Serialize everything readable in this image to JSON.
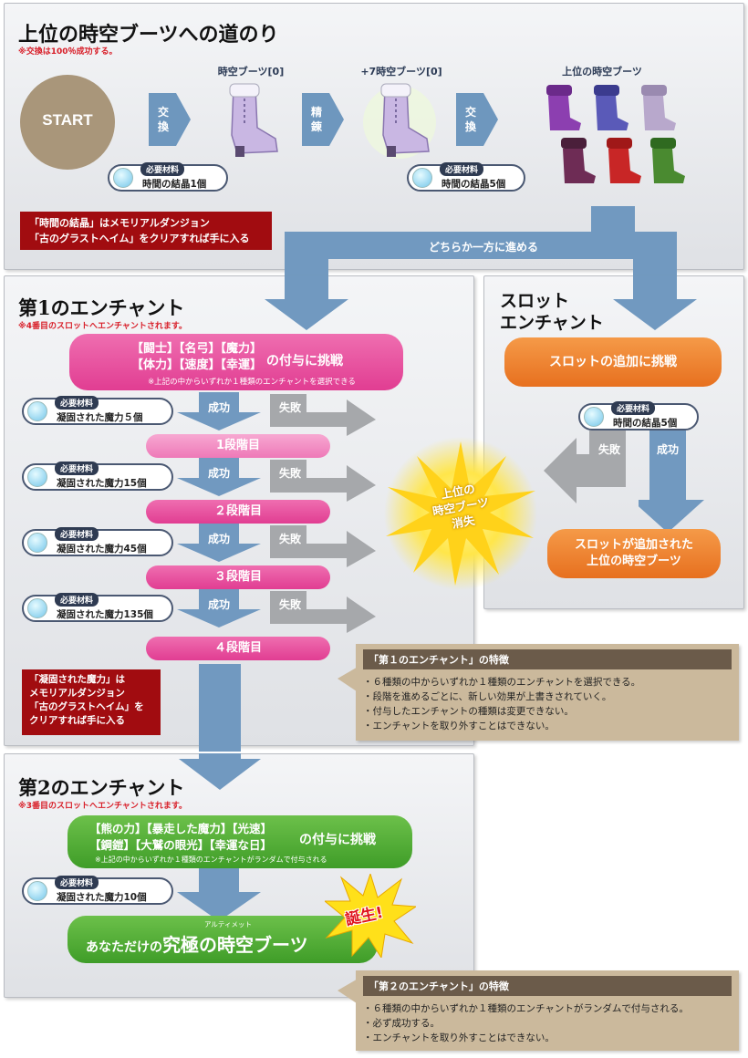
{
  "top": {
    "title": "上位の時空ブーツへの道のり",
    "note": "※交換は100％成功する。",
    "start": "START",
    "boot0_label": "時空ブーツ[0]",
    "boot7_label": "+7時空ブーツ[0]",
    "upper_label": "上位の時空ブーツ",
    "exchange1": [
      "交",
      "換"
    ],
    "refine": [
      "精",
      "錬"
    ],
    "exchange2": [
      "交",
      "換"
    ],
    "mat_label": "必要材料",
    "mat1_value": "時間の結晶1個",
    "mat2_value": "時間の結晶5個",
    "red_note_line1": "「時間の結晶」はメモリアルダンジョン",
    "red_note_line2": "「古のグラストヘイム」をクリアすれば手に入る",
    "branch_label": "どちらか一方に進める"
  },
  "enchant1": {
    "title": "第1のエンチャント",
    "note": "※4番目のスロットへエンチャントされます。",
    "challenge_line1": "【闘士】【名弓】【魔力】",
    "challenge_line2": "【体力】【速度】【幸運】",
    "challenge_suffix": "の付与に挑戦",
    "challenge_note": "※上記の中からいずれか１種類のエンチャントを選択できる",
    "success": "成功",
    "failure": "失敗",
    "mat_label": "必要材料",
    "steps": [
      {
        "material": "凝固された魔力５個",
        "stage": "1段階目"
      },
      {
        "material": "凝固された魔力15個",
        "stage": "２段階目"
      },
      {
        "material": "凝固された魔力45個",
        "stage": "３段階目"
      },
      {
        "material": "凝固された魔力135個",
        "stage": "４段階目"
      }
    ],
    "red_note_lines": [
      "「凝固された魔力」は",
      "メモリアルダンジョン",
      "「古のグラストヘイム」を",
      "クリアすれば手に入る"
    ]
  },
  "slot": {
    "title_line1": "スロット",
    "title_line2": "エンチャント",
    "challenge": "スロットの追加に挑戦",
    "mat_label": "必要材料",
    "mat_value": "時間の結晶5個",
    "failure": "失敗",
    "success": "成功",
    "result_line1": "スロットが追加された",
    "result_line2": "上位の時空ブーツ"
  },
  "vanish": {
    "line1": "上位の",
    "line2": "時空ブーツ",
    "line3": "消失"
  },
  "info1": {
    "heading": "「第１のエンチャント」の特徴",
    "items": [
      "・６種類の中からいずれか１種類のエンチャントを選択できる。",
      "・段階を進めるごとに、新しい効果が上書きされていく。",
      "・付与したエンチャントの種類は変更できない。",
      "・エンチャントを取り外すことはできない。"
    ]
  },
  "enchant2": {
    "title": "第2のエンチャント",
    "note": "※3番目のスロットへエンチャントされます。",
    "challenge_line1": "【熊の力】【暴走した魔力】【光速】",
    "challenge_line2": "【鋼鎧】【大鷲の眼光】【幸運な日】",
    "challenge_suffix": "の付与に挑戦",
    "challenge_note": "※上記の中からいずれか１種類のエンチャントがランダムで付与される",
    "mat_label": "必要材料",
    "mat_value": "凝固された魔力10個",
    "ruby": "アルティメット",
    "final_prefix": "あなただけの",
    "final_main": "究極の時空ブーツ",
    "burst": "誕生!"
  },
  "info2": {
    "heading": "「第２のエンチャント」の特徴",
    "items": [
      "・６種類の中からいずれか１種類のエンチャントがランダムで付与される。",
      "・必ず成功する。",
      "・エンチャントを取り外すことはできない。"
    ]
  },
  "colors": {
    "pink": "#e13d92",
    "orange": "#e7701f",
    "green": "#3f9d28",
    "arrow_blue": "#7199c0",
    "red_note": "#a10c10"
  }
}
